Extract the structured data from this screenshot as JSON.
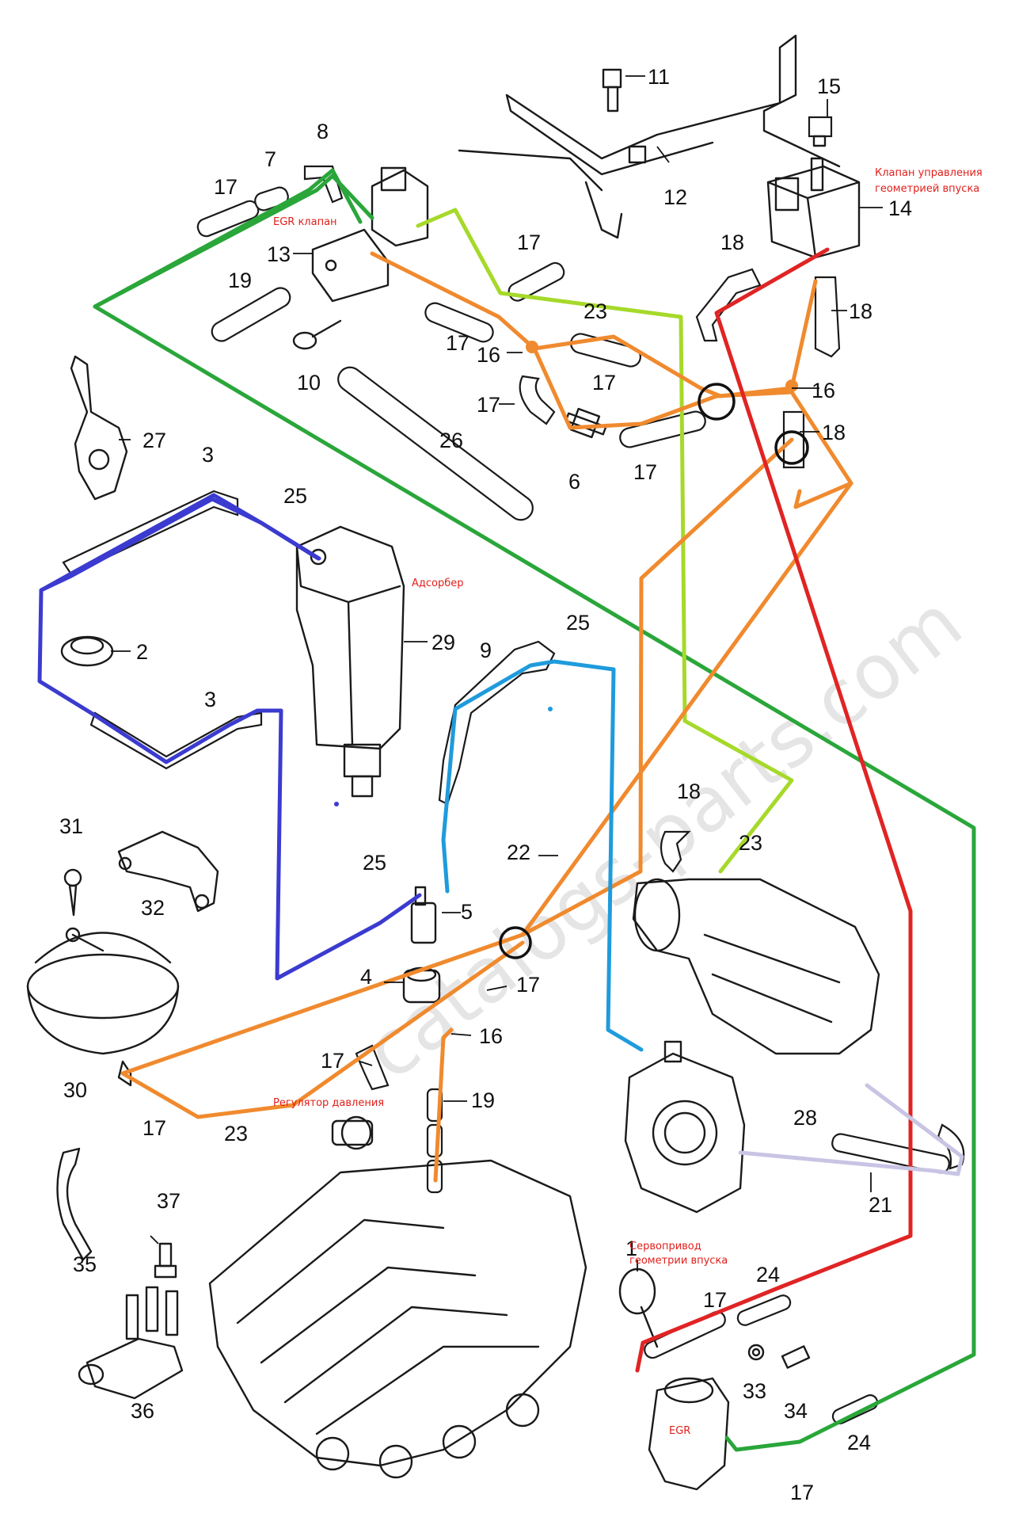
{
  "watermark": "catalogs-parts.com",
  "labels": {
    "egr_valve": "EGR клапан",
    "intake_control_valve_1": "Клапан управления",
    "intake_control_valve_2": "геометрией впуска",
    "adsorber": "Адсорбер",
    "pressure_regulator": "Регулятор давления",
    "intake_servo_1": "Сервопривод",
    "intake_servo_2": "геометрии впуска",
    "egr": "EGR"
  },
  "part_numbers": {
    "p1": "1",
    "p2": "2",
    "p3a": "3",
    "p3b": "3",
    "p4": "4",
    "p5": "5",
    "p6": "6",
    "p7": "7",
    "p8": "8",
    "p9": "9",
    "p10": "10",
    "p11": "11",
    "p12": "12",
    "p13": "13",
    "p14": "14",
    "p15": "15",
    "p16a": "16",
    "p16b": "16",
    "p16c": "16",
    "p17a": "17",
    "p17b": "17",
    "p17c": "17",
    "p17d": "17",
    "p17e": "17",
    "p17f": "17",
    "p17g": "17",
    "p17h": "17",
    "p17i": "17",
    "p17j": "17",
    "p17k": "17",
    "p18a": "18",
    "p18b": "18",
    "p18c": "18",
    "p18d": "18",
    "p19a": "19",
    "p19b": "19",
    "p21": "21",
    "p22": "22",
    "p23a": "23",
    "p23b": "23",
    "p23c": "23",
    "p24a": "24",
    "p24b": "24",
    "p25a": "25",
    "p25b": "25",
    "p25c": "25",
    "p26": "26",
    "p27": "27",
    "p28": "28",
    "p29": "29",
    "p30": "30",
    "p31": "31",
    "p32": "32",
    "p33": "33",
    "p34": "34",
    "p35": "35",
    "p36": "36",
    "p37": "37"
  },
  "colors": {
    "green": "#2aa63a",
    "lime": "#a6d92a",
    "orange": "#f08a2e",
    "red": "#e02424",
    "blue": "#3b3bd0",
    "lightblue": "#1f9bdc",
    "lavender": "#c8c4e4",
    "label_red": "#e0201c"
  }
}
